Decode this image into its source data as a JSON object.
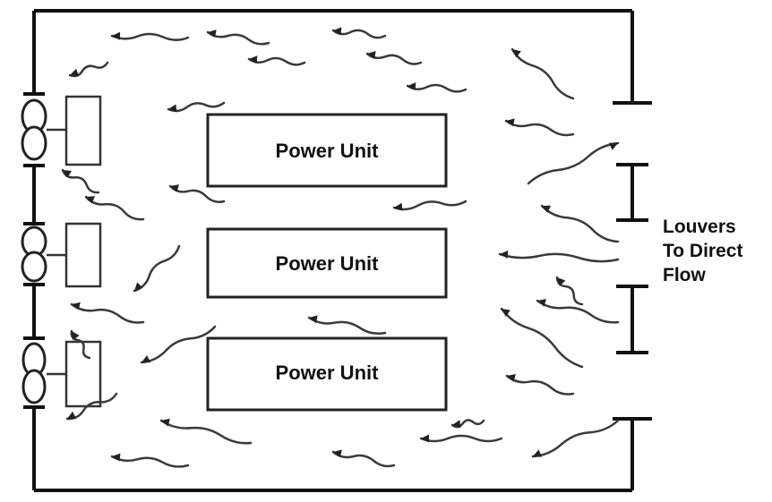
{
  "power_units": [
    {
      "label": "Power Unit"
    },
    {
      "label": "Power Unit"
    },
    {
      "label": "Power Unit"
    }
  ],
  "louvers_label": [
    "Louvers",
    "To Direct",
    "Flow"
  ],
  "colors": {
    "ink": "#111111",
    "background": "#ffffff"
  }
}
